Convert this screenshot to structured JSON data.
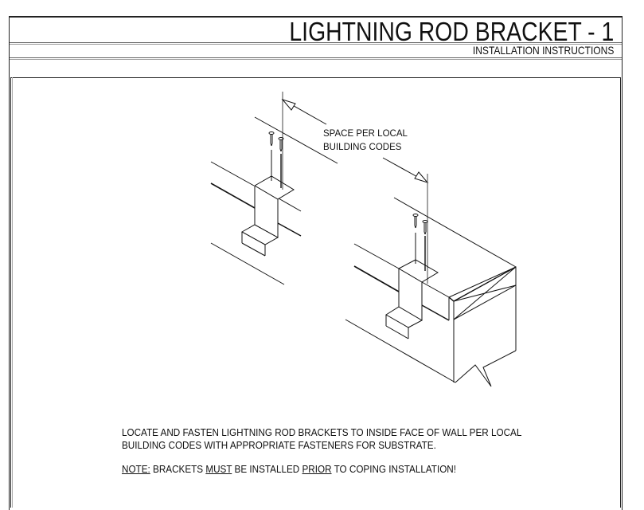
{
  "header": {
    "title": "LIGHTNING ROD BRACKET - 1",
    "subtitle": "INSTALLATION INSTRUCTIONS"
  },
  "drawing": {
    "callout_line1": "SPACE PER LOCAL",
    "callout_line2": "BUILDING CODES",
    "stroke_color": "#111111"
  },
  "instructions": {
    "line1": "LOCATE AND FASTEN LIGHTNING ROD BRACKETS TO INSIDE FACE OF WALL PER LOCAL",
    "line2": "BUILDING CODES WITH APPROPRIATE FASTENERS FOR SUBSTRATE.",
    "note_label": "NOTE:",
    "note_part1": " BRACKETS ",
    "note_must": "MUST",
    "note_part2": " BE INSTALLED ",
    "note_prior": "PRIOR",
    "note_part3": " TO COPING INSTALLATION!"
  }
}
